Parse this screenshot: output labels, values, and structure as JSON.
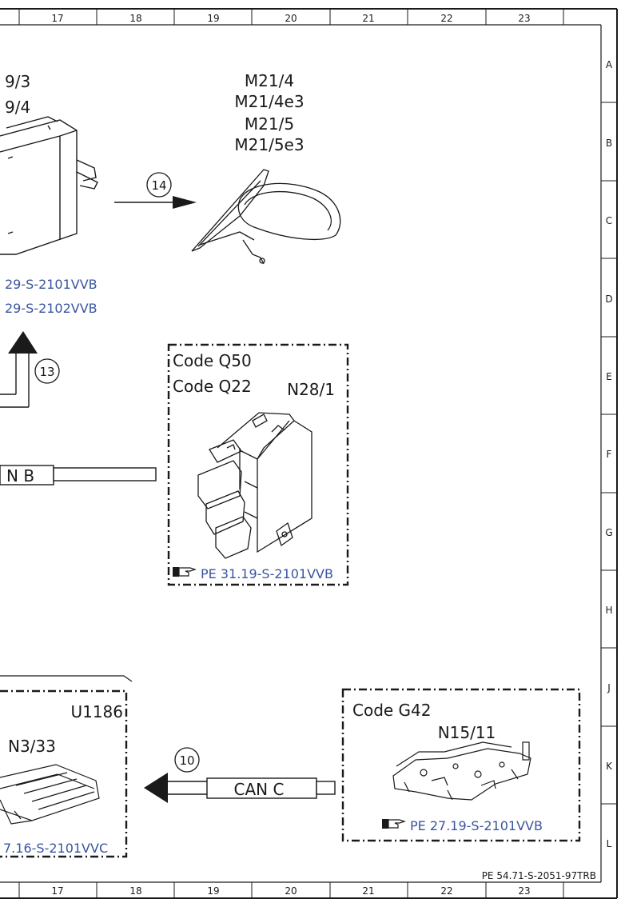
{
  "grid": {
    "columns": [
      "17",
      "18",
      "19",
      "20",
      "21",
      "22",
      "23"
    ],
    "rows": [
      "A",
      "B",
      "C",
      "D",
      "E",
      "F",
      "G",
      "H",
      "J",
      "K",
      "L"
    ]
  },
  "components": {
    "left_module": {
      "code_lines": [
        "9/3",
        "9/4"
      ],
      "refs": [
        "29-S-2101VVB",
        "29-S-2102VVB"
      ]
    },
    "mirror": {
      "code_lines": [
        "M21/4",
        "M21/4e3",
        "M21/5",
        "M21/5e3"
      ]
    },
    "n28": {
      "option_codes": [
        "Code Q50",
        "Code Q22"
      ],
      "code": "N28/1",
      "ref": "PE 31.19-S-2101VVB"
    },
    "u1186": {
      "title": "U1186",
      "code": "N3/33",
      "ref": "7.16-S-2101VVC"
    },
    "n15": {
      "option_code": "Code G42",
      "code": "N15/11",
      "ref": "PE 27.19-S-2101VVB"
    }
  },
  "connections": {
    "arrow_14": "14",
    "arrow_13": "13",
    "arrow_10": "10",
    "can_b_label": "N B",
    "can_c_label": "CAN C"
  },
  "footer": {
    "drawing_id": "PE 54.71-S-2051-97TRB"
  },
  "icons": {
    "reference": "pointing-hand-icon"
  }
}
